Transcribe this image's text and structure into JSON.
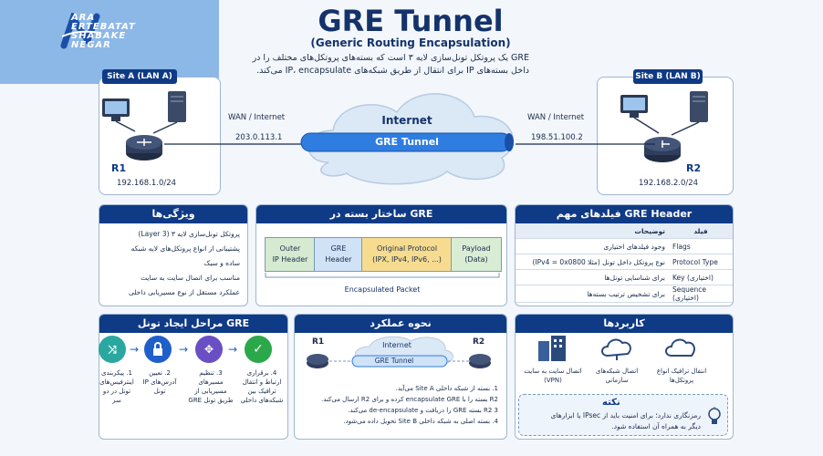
{
  "logo": {
    "line1": "ARA",
    "line2": "ERTEBATAT",
    "line3": "SHABAKE",
    "line4": "NEGAR"
  },
  "header": {
    "title": "GRE Tunnel",
    "subtitle": "(Generic Routing Encapsulation)",
    "desc_line1": "GRE یک پروتکل تونل‌سازی لایه ۳ است که بسته‌های پروتکل‌های مختلف را در",
    "desc_line2": "داخل بسته‌های IP برای انتقال از طریق شبکه‌های IP، encapsulate می‌کند."
  },
  "topology": {
    "site_a": {
      "label": "Site A (LAN A)",
      "router": "R1",
      "subnet": "192.168.1.0/24"
    },
    "site_b": {
      "label": "Site B (LAN B)",
      "router": "R2",
      "subnet": "192.168.2.0/24"
    },
    "wan_left": "WAN / Internet",
    "ip_left": "203.0.113.1",
    "wan_right": "WAN / Internet",
    "ip_right": "198.51.100.2",
    "cloud": "Internet",
    "tunnel": "GRE Tunnel"
  },
  "features": {
    "title": "ویژگی‌ها",
    "items": [
      "پروتکل تونل‌سازی لایه ۳ (Layer 3)",
      "پشتیبانی از انواع پروتکل‌های لایه شبکه",
      "ساده و سبک",
      "مناسب برای اتصال سایت به سایت",
      "عملکرد مستقل از نوع مسیریابی داخلی"
    ]
  },
  "packet": {
    "title": "ساختار بسته در GRE",
    "outer_l1": "Outer",
    "outer_l2": "IP Header",
    "gre_l1": "GRE",
    "gre_l2": "Header",
    "orig_l1": "Original Protocol",
    "orig_l2": "(IPX, IPv4, IPv6, ...)",
    "payload_l1": "Payload",
    "payload_l2": "(Data)",
    "caption": "Encapsulated Packet"
  },
  "fields": {
    "title": "فیلدهای مهم GRE Header",
    "col_desc": "توضیحات",
    "col_field": "فیلد",
    "rows": [
      {
        "field": "Flags",
        "desc": "وجود فیلدهای اختیاری"
      },
      {
        "field": "Protocol Type",
        "desc": "نوع پروتکل داخل تونل (مثلا IPv4 = 0x0800)"
      },
      {
        "field": "Key (اختیاری)",
        "desc": "برای شناسایی تونل‌ها"
      },
      {
        "field": "Sequence (اختیاری)",
        "desc": "برای تشخیص ترتیب بسته‌ها"
      }
    ]
  },
  "steps": {
    "title": "مراحل ایجاد تونل GRE",
    "items": [
      {
        "num": "4",
        "text": "برقراری ارتباط و انتقال ترافیک بین شبکه‌های داخلی",
        "color": "#2aa84a",
        "glyph": "✓"
      },
      {
        "num": "3",
        "text": "تنظیم مسیرهای مسیریابی از طریق تونل GRE",
        "color": "#6a4fc4",
        "glyph": "✥"
      },
      {
        "num": "2",
        "text": "تعیین آدرس‌های IP تونل",
        "color": "#1f5fc9",
        "glyph": "🔒"
      },
      {
        "num": "1",
        "text": "پیکربندی اینترفیس‌های تونل در دو سر",
        "color": "#2aa8a0",
        "glyph": "⤨"
      }
    ]
  },
  "operation": {
    "title": "نحوه عملکرد",
    "r1": "R1",
    "r2": "R2",
    "cloud": "Internet",
    "tunnel": "GRE Tunnel",
    "lines": [
      "1. بسته از شبکه داخلی Site A می‌آید.",
      "R2 بسته را با encapsulate GRE کرده و برای R2 ارسال می‌کند.",
      "R2 3 بسته GRE را دریافت و de-encapsulate می‌کند.",
      "4. بسته اصلی به شبکه داخلی Site B تحویل داده می‌شود."
    ]
  },
  "uses": {
    "title": "کاربردها",
    "items": [
      "اتصال سایت به سایت (VPN)",
      "اتصال شبکه‌های سازمانی",
      "انتقال ترافیک انواع پروتکل‌ها"
    ],
    "note_title": "نکته",
    "note_l1": "رمزنگاری ندارد؛ برای امنیت باید از IPsec یا ابزارهای",
    "note_l2": "دیگر به همراه آن استفاده شود."
  }
}
